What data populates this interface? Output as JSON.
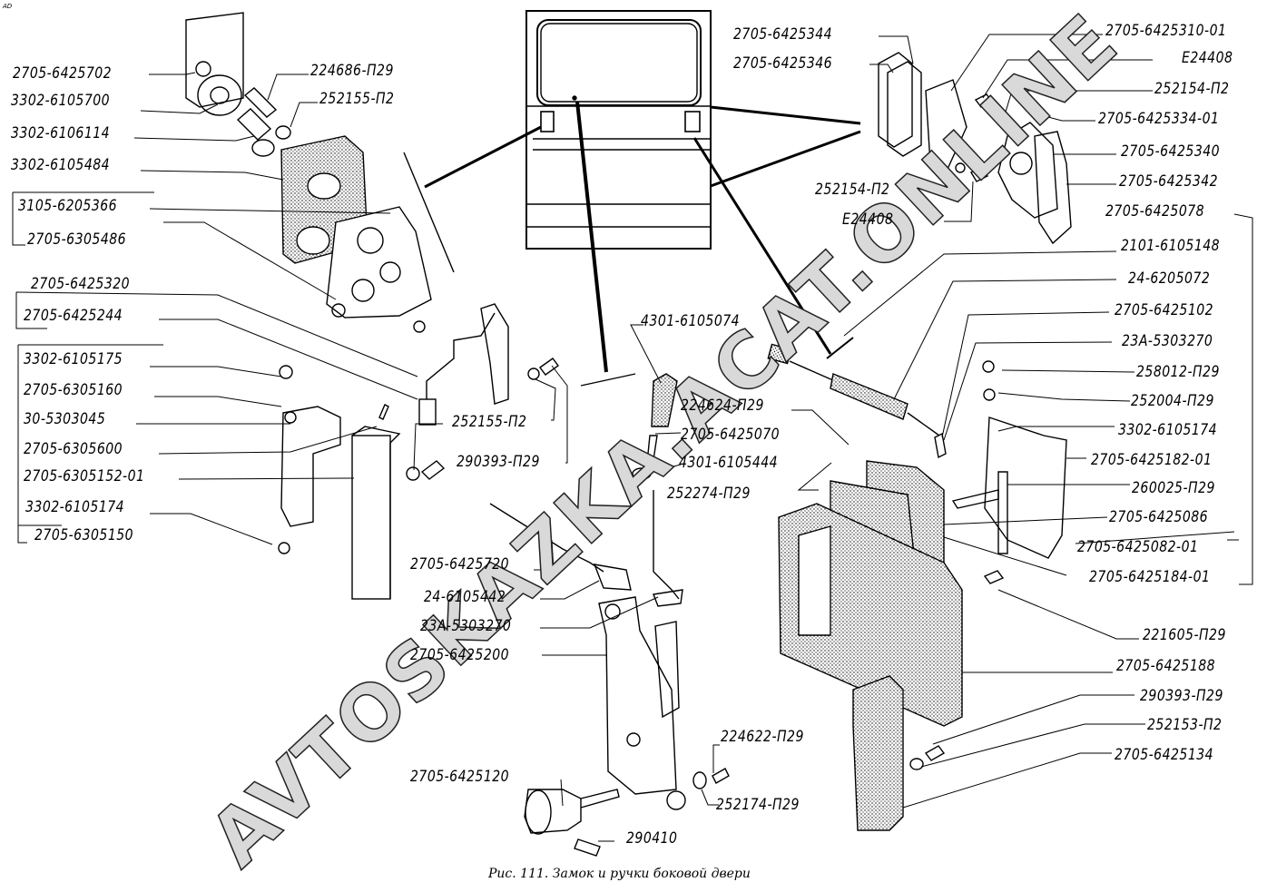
{
  "corner_mark": "AD",
  "watermark": "AVTOSKAZKA.ACAT.ONLINE",
  "caption": "Рис. 111. Замок и ручки боковой двери",
  "labels": {
    "l01": "2705-6425702",
    "l02": "3302-6105700",
    "l03": "3302-6106114",
    "l04": "3302-6105484",
    "l05": "3105-6205366",
    "l06": "2705-6305486",
    "l07": "2705-6425320",
    "l08": "2705-6425244",
    "l09": "3302-6105175",
    "l10": "2705-6305160",
    "l11": "30-5303045",
    "l12": "2705-6305600",
    "l13": "2705-6305152-01",
    "l14": "3302-6105174",
    "l15": "2705-6305150",
    "t01": "224686-П29",
    "t02": "252155-П2",
    "m01": "252155-П2",
    "m02": "290393-П29",
    "m03": "4301-6105074",
    "m04": "224624-П29",
    "m05": "2705-6425070",
    "m06": "4301-6105444",
    "m07": "252274-П29",
    "m08": "2705-6425720",
    "m09": "24-6105442",
    "m10": "23А-5303270",
    "m11": "2705-6425200",
    "b01": "2705-6425120",
    "b02": "290410",
    "b03": "224622-П29",
    "b04": "252174-П29",
    "c01": "2705-6425344",
    "c02": "2705-6425346",
    "c03": "252154-П2",
    "c04": "Е24408",
    "r01": "2705-6425310-01",
    "r02": "Е24408",
    "r03": "252154-П2",
    "r04": "2705-6425334-01",
    "r05": "2705-6425340",
    "r06": "2705-6425342",
    "r07": "2705-6425078",
    "r08": "2101-6105148",
    "r09": "24-6205072",
    "r10": "2705-6425102",
    "r11": "23А-5303270",
    "r12": "258012-П29",
    "r13": "252004-П29",
    "r14": "3302-6105174",
    "r15": "2705-6425182-01",
    "r16": "260025-П29",
    "r17": "2705-6425086",
    "r18": "2705-6425082-01",
    "r19": "2705-6425184-01",
    "r20": "221605-П29",
    "r21": "2705-6425188",
    "r22": "290393-П29",
    "r23": "252153-П2",
    "r24": "2705-6425134"
  }
}
